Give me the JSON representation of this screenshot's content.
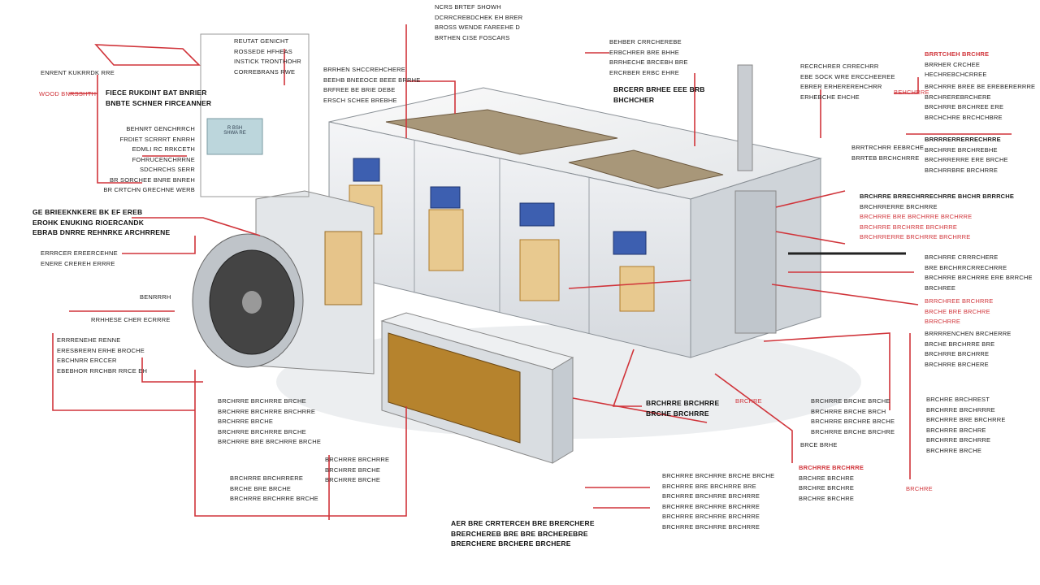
{
  "colors": {
    "leader": "#d0343a",
    "cabinet": "#e9ecef",
    "panel_blue": "#3d5fb0",
    "copper": "#c8902a"
  },
  "screen_label": [
    "R BSH",
    "SHWA RE"
  ],
  "labels": [
    [
      "NCRS BRTEF SHOWH",
      "DCRRCREBDCHEK EH BRER",
      "BROSS WENDE FAREEHE D",
      "BRTHEN CISE FOSCARS"
    ],
    [
      "ENRENT KUKRRDK RRE"
    ],
    [
      "Wood BNRSSHTH"
    ],
    [
      "FIECE RUKDINT BAT BNRIER",
      "BNBTE SCHNER FIRCEANNER"
    ],
    [
      "REUTAT GENICHT",
      "ROSSEDE HFHEAS",
      "INSTICK TRONTHOHR",
      "CORREBRANS RWE"
    ],
    [
      "BEHNRT GENCHRRCH",
      "FRDIET SCRRRT ENRRH",
      "EDMLI RC RRKCETH",
      "FOHRUCENCHRRNE",
      "SDCHRCHS SERR",
      "BR SORCHEE BNRE BNREH",
      "BR CRTCHN GRECHNE WERB"
    ],
    [
      "GE BRIEEKNKERE BK EF EREB",
      "EROHK ENUKING RIOERCANDK",
      "EBRAB DNRRE REHNRKE ARCHRRENE"
    ],
    [
      "ERRRCER EREERCEHNE",
      "ENERE CREREH ERRRE"
    ],
    [
      "BENRRRH"
    ],
    [
      "RRHHESE CHER ECRRRE"
    ],
    [
      "ERRRENEHE RENNE",
      "ERESBRERN ERHE BROCHE",
      "EBCHNRR ERCCER",
      "EBEBHOR RRCHBR RRCE EH"
    ],
    [
      "BRRHEN SHCCREHCHERE",
      "BEEHB BNEEOCE BEEE BRRHE",
      "BRFREE BE BRIE DEBE",
      "ERSCH SCHEE BREBHE"
    ],
    [
      "BEHBER CRRCHEREBE",
      "ERBCHRER BRE BHHE",
      "BRRHECHE BRCEBH BRE",
      "ERCRBER ERBC EHRE"
    ],
    [
      "BRCERR BRHEE EEE BRB",
      "BHCHCHER"
    ],
    [
      "RECRCHRER CRRECHRR",
      "EBE SOCK WRE ERCCHEEREE",
      "EBRER ERHEREREHCHRR",
      "ERHEBCHE EHCHE"
    ],
    [
      "BRRTCHEH BRCHRE",
      "BRRHER CRCHEE",
      "HECHREBCHCRREE"
    ],
    [
      "BEHCHRRE"
    ],
    [
      "BRCHRRE BREE BE EREBERERRRE",
      "BRCHREREBRCHERE",
      "BRCHRRE BRCHREE ERE",
      "BRCHCHRE BRCHCHBRE"
    ],
    [
      "BRRRRERRERRECHRRE",
      "BRCHRRE BRCHREBHE",
      "BRCHRRERRE ERE BRCHE",
      "BRCHRRBRE BRCHRRE"
    ],
    [
      "BRRTRCHRR EEBRCHE",
      "BRRTEB BRCHCHRRE"
    ],
    [
      "BRCHRRE BRRECHRRECHRRE BHCHR BRRRCHE",
      "BRCHRRERRE BRCHRRE",
      "BRCHRRE BRE BRCHRRE BRCHRRE",
      "BRCHRRE BRCHRRE BRCHRRE",
      "BRCHRRERRE BRCHRRE BRCHRRE"
    ],
    [
      "BRCHRRE CRRRCHERE",
      "BRE BRCHRRCRRECHRRE",
      "BRCHRRE BRCHRRE ERE BRRCHE",
      "BRCHREE"
    ],
    [
      "BRRCHREE BRCHRRE",
      "BRCHE BRE BRCHRE",
      "BRRCHRRE"
    ],
    [
      "BRRRRENCHEN BRCHERRE",
      "BRCHE BRCHRRE BRE",
      "BRCHRRE BRCHRRE",
      "BRCHRRE BRCHERE"
    ],
    [
      "BRCHRRE BRCHRRE",
      "BRCHE BRCHRRE"
    ],
    [
      "BRCHRE"
    ],
    [
      "BRCHRRE BRCHE BRCHE",
      "BRCHRRE BRCHE BRCH",
      "BRCHRRE BRCHRE BRCHE",
      "BRCHRRE BRCHE BRCHRE"
    ],
    [
      "BRCE BRHE"
    ],
    [
      "BRCHRE BRCHREST",
      "BRCHRRE BRCHRRRE",
      "BRCHRRE BRE BRCHRRE",
      "BRCHRRE BRCHRE",
      "BRCHRRE BRCHRRE",
      "BRCHRRE BRCHE"
    ],
    [
      "BRCHRE"
    ],
    [
      "BRCHRRE BRCHRRE",
      "BRCHRE BRCHRE",
      "BRCHRE BRCHRE",
      "BRCHRE BRCHRE"
    ],
    [
      "BRCHRRE BRCHRRE BRCHE",
      "BRCHRRE BRCHRRE BRCHRRE",
      "BRCHRRE BRCHE",
      "BRCHRRE BRCHRRE BRCHE",
      "BRCHRRE BRE BRCHRRE BRCHE"
    ],
    [
      "BRCHRRE BRCHRRERE",
      "BRCHE BRE BRCHE",
      "BRCHRRE BRCHRRE BRCHE"
    ],
    [
      "BRCHRRE BRCHRRE",
      "BRCHRRE BRCHE",
      "BRCHRRE BRCHE"
    ],
    [
      "BRCHRRE BRCHRRE BRCHE BRCHE",
      "BRCHRRE BRE BRCHRRE BRE",
      "BRCHRRE BRCHRRE BRCHRRE",
      "BRCHRRE BRCHRRE BRCHRRE",
      "BRCHRRE BRCHRRE BRCHRRE",
      "BRCHRRE BRCHRRE BRCHRRE"
    ],
    [
      "AER BRE CRRTERCEH BRE BRERCHERE",
      "BRERCHEREB BRE BRE BRCHEREBRE",
      "BRERCHERE BRCHERE BRCHERE"
    ]
  ]
}
